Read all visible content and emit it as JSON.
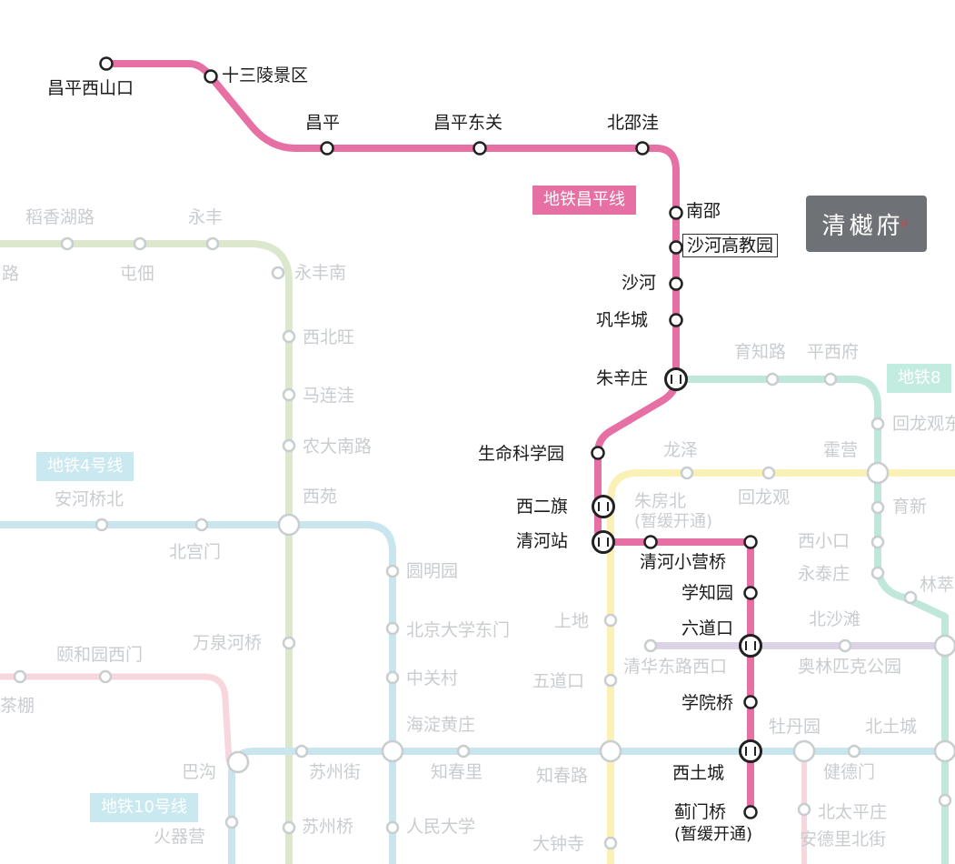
{
  "colors": {
    "changping_line": "#e66fa3",
    "line8": "#b7e3d6",
    "line13": "#fbf1b6",
    "line4": "#bfe1ea",
    "line10": "#bfe1ea",
    "line15": "#ddd3e6",
    "line_west_green": "#d8e6c9",
    "line_pink_faded": "#f6d4dc",
    "station_fill": "#ffffff",
    "callout_bg": "#6e7277",
    "callout_marker": "#e03c3c"
  },
  "callout": {
    "text": "清樾府",
    "marker": "0"
  },
  "line_badges": [
    {
      "id": "changping",
      "text": "地铁昌平线",
      "color": "#e66fa3"
    },
    {
      "id": "line4",
      "text": "地铁4号线",
      "color": "#c9e8f0"
    },
    {
      "id": "line10",
      "text": "地铁10号线",
      "color": "#c9e8f0"
    },
    {
      "id": "line8",
      "text": "地铁8",
      "color": "#c3ece0"
    }
  ],
  "changping_stations": [
    "昌平西山口",
    "十三陵景区",
    "昌平",
    "昌平东关",
    "北邵洼",
    "南邵",
    "沙河高教园",
    "沙河",
    "巩华城",
    "朱辛庄",
    "生命科学园",
    "西二旗",
    "清河站",
    "清河小营桥",
    "学知园",
    "六道口",
    "学院桥",
    "西土城",
    "蓟门桥"
  ],
  "highlighted_station": "沙河高教园",
  "suspended_note": "(暂缓开通)",
  "other_stations": [
    "稻香湖路",
    "永丰",
    "屯佃",
    "永丰南",
    "西北旺",
    "马连洼",
    "农大南路",
    "西苑",
    "安河桥北",
    "北宫门",
    "圆明园",
    "北京大学东门",
    "中关村",
    "海淀黄庄",
    "万泉河桥",
    "颐和园西门",
    "苏州街",
    "巴沟",
    "火器营",
    "苏州桥",
    "人民大学",
    "知春里",
    "知春路",
    "大钟寺",
    "五道口",
    "上地",
    "清华东路西口",
    "朱房北",
    "龙泽",
    "回龙观",
    "霍营",
    "育新",
    "西小口",
    "永泰庄",
    "林萃",
    "北沙滩",
    "奥林匹克公园",
    "牡丹园",
    "北土城",
    "健德门",
    "北太平庄",
    "安德里北街",
    "育知路",
    "平西府",
    "回龙观东大街"
  ],
  "partial_labels": [
    "路",
    "茶棚"
  ]
}
